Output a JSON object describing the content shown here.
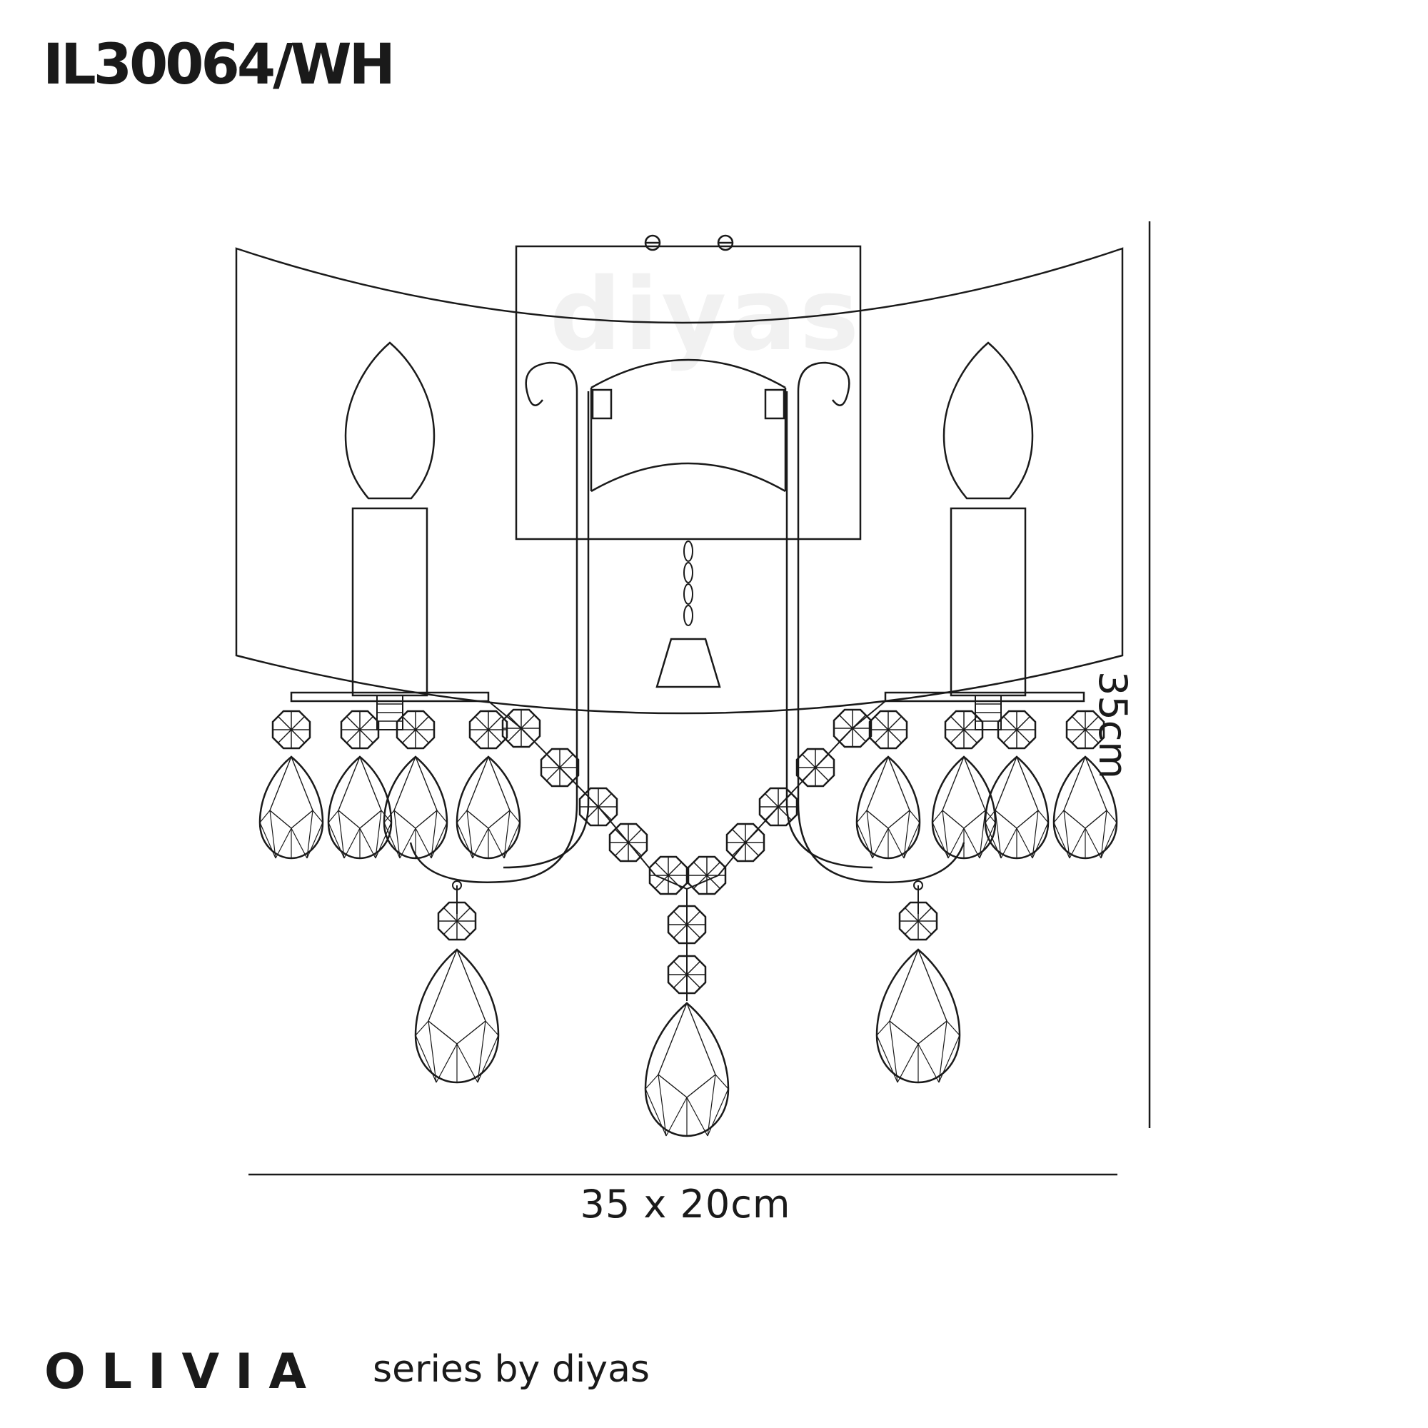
{
  "header": {
    "product_code": "IL30064/WH"
  },
  "watermark": {
    "text": "diyas"
  },
  "dimensions": {
    "height": "35cm",
    "width_depth": "35 x 20cm"
  },
  "footer": {
    "series_name": "OLIVIA",
    "series_tagline": "series by diyas"
  },
  "colors": {
    "line": "#1a1a1a",
    "background": "#ffffff",
    "watermark": "#f1f1f1"
  }
}
